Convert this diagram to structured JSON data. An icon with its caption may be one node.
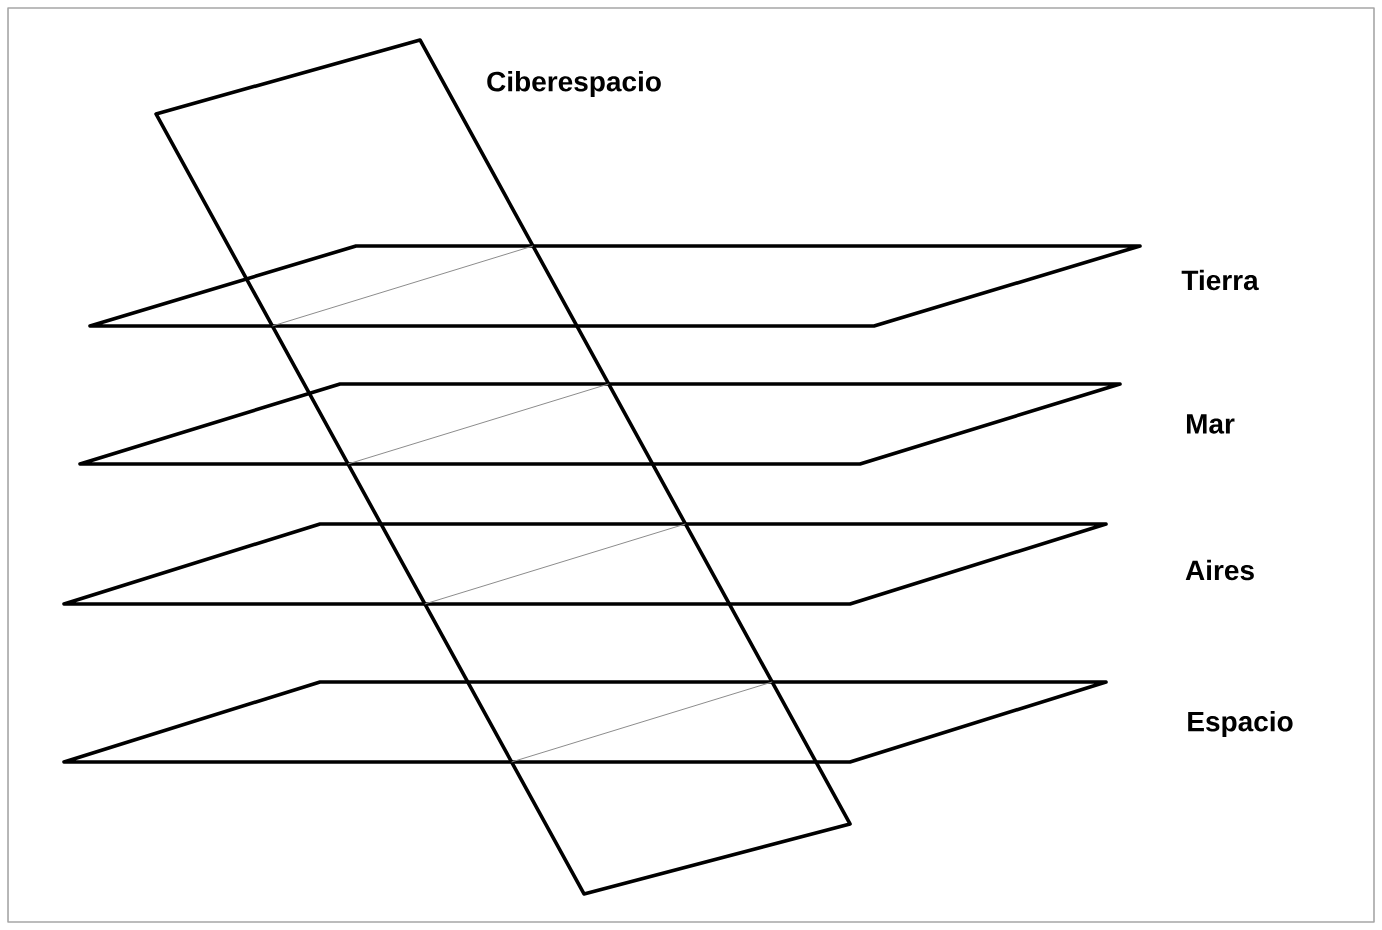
{
  "diagram": {
    "nodes": [
      {
        "text": [
          "Ciberespacio"
        ]
      },
      {
        "text": [
          "Tierra"
        ]
      },
      {
        "text": [
          "Mar"
        ]
      },
      {
        "text": [
          "Aires"
        ]
      },
      {
        "text": [
          "Espacio"
        ]
      }
    ]
  }
}
